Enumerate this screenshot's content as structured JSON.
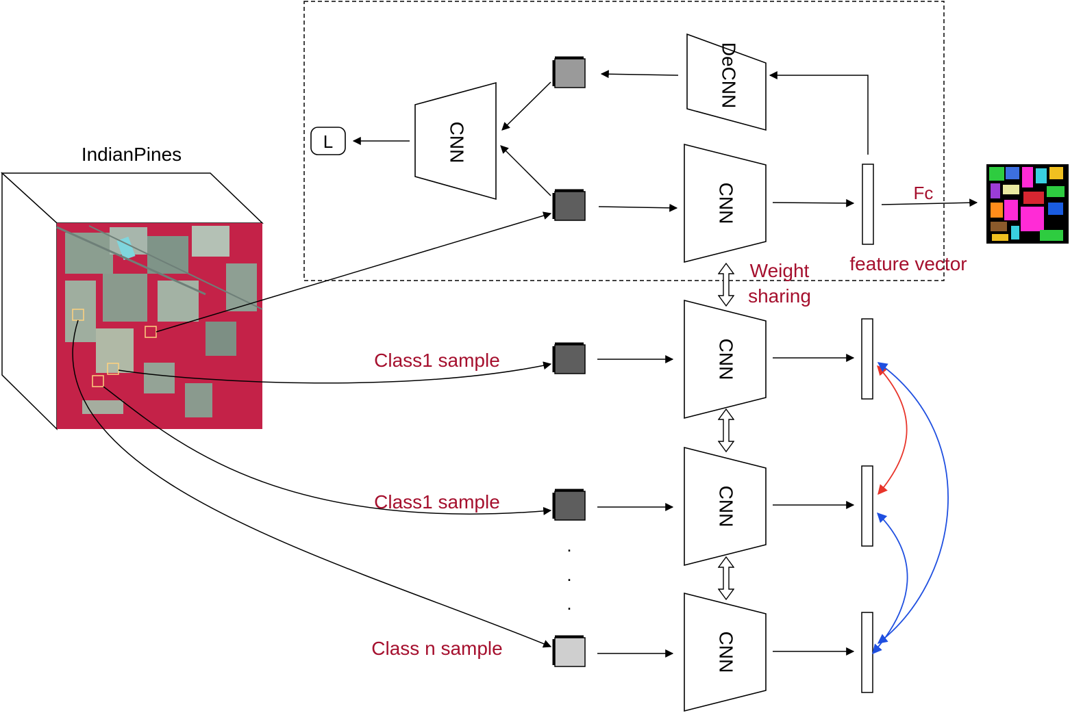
{
  "dataset": {
    "title": "IndianPines"
  },
  "autoencoder": {
    "decnn_label": "DeCNN",
    "cnn_recon_label": "CNN",
    "loss_label": "L",
    "cnn_encoder_label": "CNN",
    "fc_label": "Fc",
    "feature_vector_label": "feature vector"
  },
  "siamese": {
    "weight_sharing_line1": "Weight",
    "weight_sharing_line2": "sharing",
    "branches": [
      {
        "sample_label": "Class1 sample",
        "cnn_label": "CNN",
        "patch_color": "#5e5e5e"
      },
      {
        "sample_label": "Class1 sample",
        "cnn_label": "CNN",
        "patch_color": "#5e5e5e"
      },
      {
        "sample_label": "Class n sample",
        "cnn_label": "CNN",
        "patch_color": "#cfcfcf"
      }
    ],
    "ellipsis": "."
  },
  "colors": {
    "label_red": "#a50f2d",
    "same_class_arrow": "#e8342a",
    "diff_class_arrow": "#1f4fe0",
    "patch_light": "#9a9a9a",
    "patch_dark": "#5e5e5e",
    "image_red": "#c42248",
    "image_gray": "#8b9e90"
  }
}
